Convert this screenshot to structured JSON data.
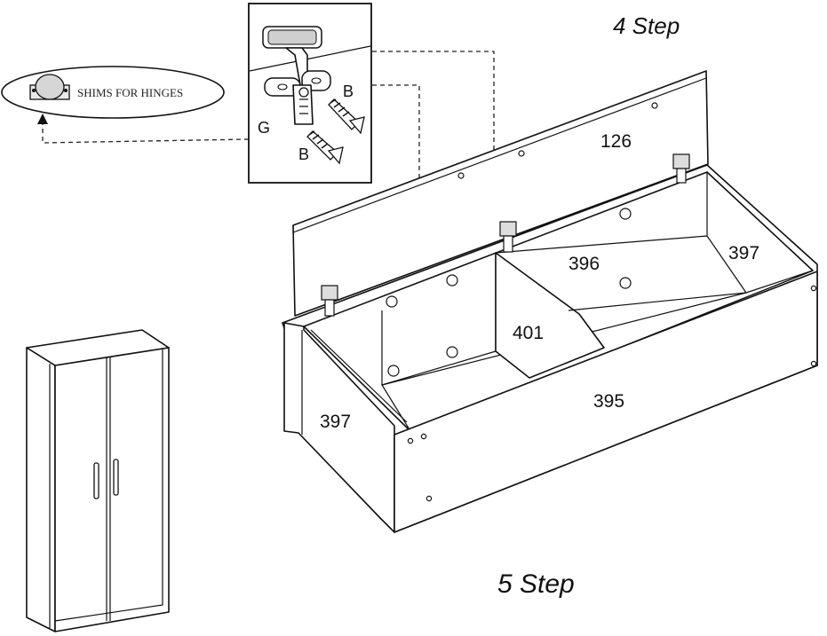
{
  "steps": {
    "step4": "4 Step",
    "step5": "5 Step"
  },
  "shims": {
    "label": "SHIMS FOR HINGES"
  },
  "hinge_detail": {
    "label_g": "G",
    "label_b_upper": "B",
    "label_b_lower": "B"
  },
  "parts": {
    "lid": "126",
    "divider_top": "396",
    "right_side": "397",
    "divider_mid": "401",
    "front": "395",
    "left_side": "397"
  }
}
